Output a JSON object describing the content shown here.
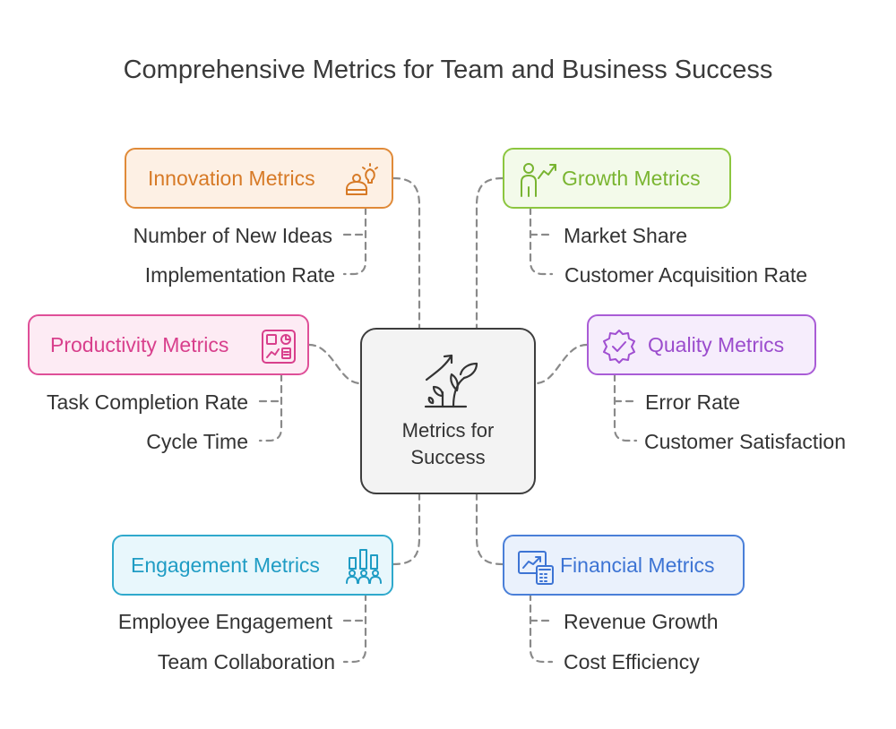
{
  "title": "Comprehensive Metrics for Team and Business Success",
  "center": {
    "label_line1": "Metrics for",
    "label_line2": "Success",
    "icon": "plant-growth-icon"
  },
  "categories": [
    {
      "key": "innovation",
      "label": "Innovation Metrics",
      "color": "#e08a38",
      "fill": "#fdf0e4",
      "icon": "lightbulb-person-icon",
      "items": [
        "Number of New Ideas",
        "Implementation Rate"
      ]
    },
    {
      "key": "growth",
      "label": "Growth Metrics",
      "color": "#8cc63f",
      "fill": "#f3faea",
      "icon": "person-growth-icon",
      "items": [
        "Market Share",
        "Customer Acquisition Rate"
      ]
    },
    {
      "key": "productivity",
      "label": "Productivity Metrics",
      "color": "#df4f98",
      "fill": "#fdebf4",
      "icon": "dashboard-icon",
      "items": [
        "Task Completion Rate",
        "Cycle Time"
      ]
    },
    {
      "key": "quality",
      "label": "Quality Metrics",
      "color": "#a95cd6",
      "fill": "#f6edfc",
      "icon": "quality-badge-icon",
      "items": [
        "Error Rate",
        "Customer Satisfaction"
      ]
    },
    {
      "key": "engagement",
      "label": "Engagement Metrics",
      "color": "#2fa9cc",
      "fill": "#e8f7fc",
      "icon": "team-chart-icon",
      "items": [
        "Employee Engagement",
        "Team Collaboration"
      ]
    },
    {
      "key": "financial",
      "label": "Financial Metrics",
      "color": "#4a7fd8",
      "fill": "#eaf1fc",
      "icon": "calculator-chart-icon",
      "items": [
        "Revenue Growth",
        "Cost Efficiency"
      ]
    }
  ]
}
